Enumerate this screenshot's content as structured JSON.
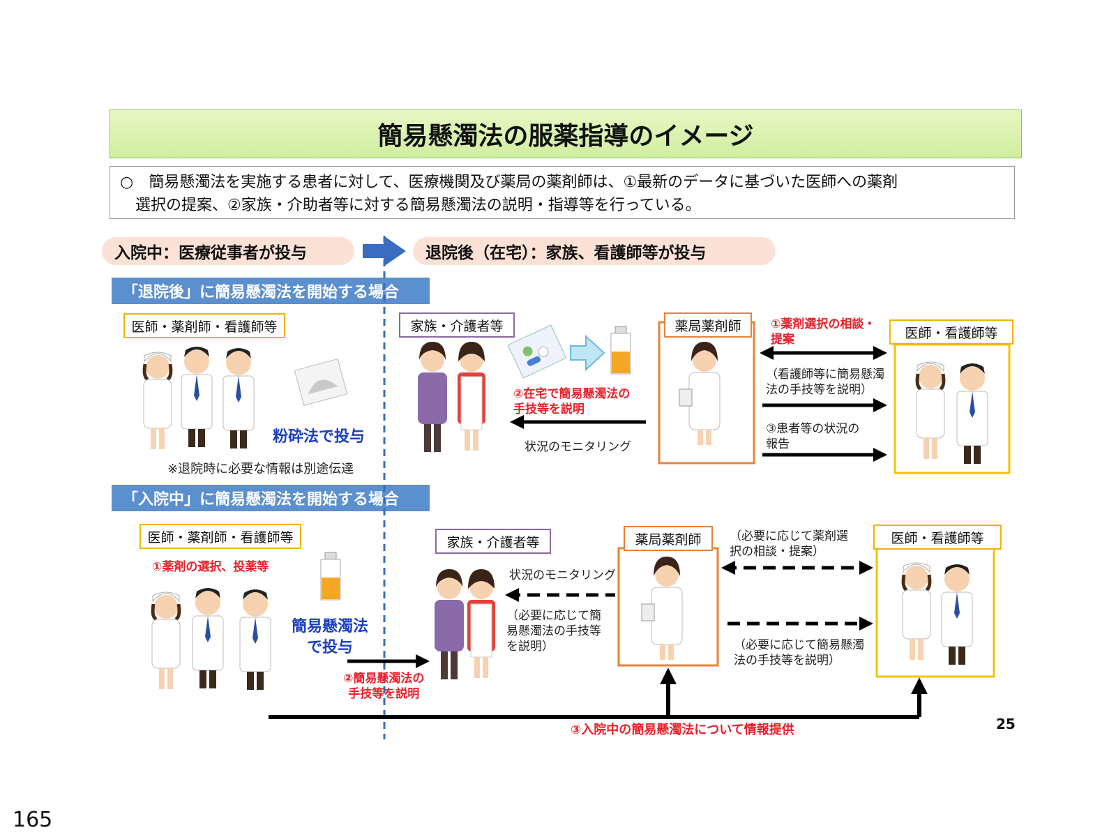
{
  "title": "簡易懸濁法の服薬指導のイメージ",
  "intro": {
    "line1": "○　簡易懸濁法を実施する患者に対して、医療機関及び薬局の薬剤師は、①最新のデータに基づいた医師への薬剤",
    "line2": "選択の提案、②家族・介助者等に対する簡易懸濁法の説明・指導等を行っている。"
  },
  "phases": {
    "inpatient": "入院中：医療従事者が投与",
    "discharged": "退院後（在宅）：家族、看護師等が投与"
  },
  "section1": {
    "heading": "「退院後」に簡易懸濁法を開始する場合",
    "hospital_staff": "医師・薬剤師・看護師等",
    "crushed_label": "粉砕法で投与",
    "discharge_note": "※退院時に必要な情報は別途伝達",
    "family": "家族・介護者等",
    "explain_home": "②在宅で簡易懸濁法の\n手技等を説明",
    "monitoring": "状況のモニタリング",
    "pharmacist": "薬局薬剤師",
    "consult": "①薬剤選択の相談・\n提案",
    "explain_nurse": "（看護師等に簡易懸濁\n法の手技等を説明）",
    "report": "③患者等の状況の\n報告",
    "doctor_nurse": "医師・看護師等"
  },
  "section2": {
    "heading": "「入院中」に簡易懸濁法を開始する場合",
    "hospital_staff": "医師・薬剤師・看護師等",
    "select": "①薬剤の選択、投薬等",
    "suspension_label": "簡易懸濁法\nで投与",
    "explain": "②簡易懸濁法の\n手技等を説明",
    "family": "家族・介護者等",
    "monitoring": "状況のモニタリング",
    "explain_if_needed": "（必要に応じて簡\n易懸濁法の手技等\nを説明）",
    "pharmacist": "薬局薬剤師",
    "consult_if_needed": "（必要に応じて薬剤選\n択の相談・提案）",
    "explain_if_needed2": "（必要に応じて簡易懸濁\n法の手技等を説明）",
    "doctor_nurse": "医師・看護師等",
    "info": "③入院中の簡易懸濁法について情報提供"
  },
  "slide_number": "25",
  "page_number": "165",
  "colors": {
    "title_bg": "#d9f2b0",
    "section_bg": "#5b8fce",
    "phase_bg": "#fbe1d6",
    "red": "#e8202a",
    "blue": "#1a3fbf",
    "orange": "#e8823a",
    "yellow": "#f3c400"
  }
}
